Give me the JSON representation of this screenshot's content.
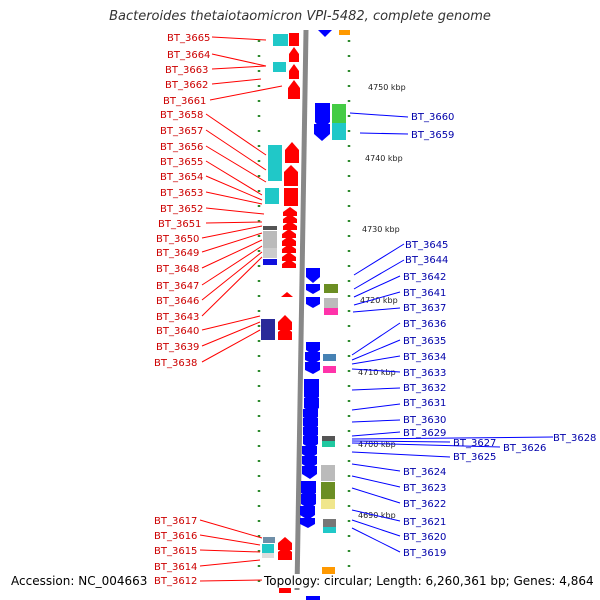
{
  "title": "Bacteroides thetaiotaomicron VPI-5482, complete genome",
  "footer": {
    "accession": "Accession: NC_004663",
    "topology": "Topology: circular; Length: 6,260,361 bp; Genes: 4,864"
  },
  "ruler_labels": [
    "4750 kbp",
    "4740 kbp",
    "4730 kbp",
    "4720 kbp",
    "4710 kbp",
    "4700 kbp",
    "4690 kbp"
  ],
  "left_genes": [
    "BT_3665",
    "BT_3664",
    "BT_3663",
    "BT_3662",
    "BT_3661",
    "BT_3658",
    "BT_3657",
    "BT_3656",
    "BT_3655",
    "BT_3654",
    "BT_3653",
    "BT_3652",
    "BT_3651",
    "BT_3650",
    "BT_3649",
    "BT_3648",
    "BT_3647",
    "BT_3646",
    "BT_3643",
    "BT_3640",
    "BT_3639",
    "BT_3638",
    "BT_3617",
    "BT_3616",
    "BT_3615",
    "BT_3614",
    "BT_3612"
  ],
  "right_genes": [
    "BT_3660",
    "BT_3659",
    "BT_3645",
    "BT_3644",
    "BT_3642",
    "BT_3641",
    "BT_3637",
    "BT_3636",
    "BT_3635",
    "BT_3634",
    "BT_3633",
    "BT_3632",
    "BT_3631",
    "BT_3630",
    "BT_3629",
    "BT_3627",
    "BT_3626",
    "BT_3628",
    "BT_3625",
    "BT_3624",
    "BT_3623",
    "BT_3622",
    "BT_3621",
    "BT_3620",
    "BT_3619"
  ],
  "colors": {
    "forward": "#ff0000",
    "reverse": "#0000ff",
    "backbone": "#888888",
    "tick": "#2e8b2e",
    "left_label": "#cc0000",
    "right_label": "#0000aa"
  }
}
